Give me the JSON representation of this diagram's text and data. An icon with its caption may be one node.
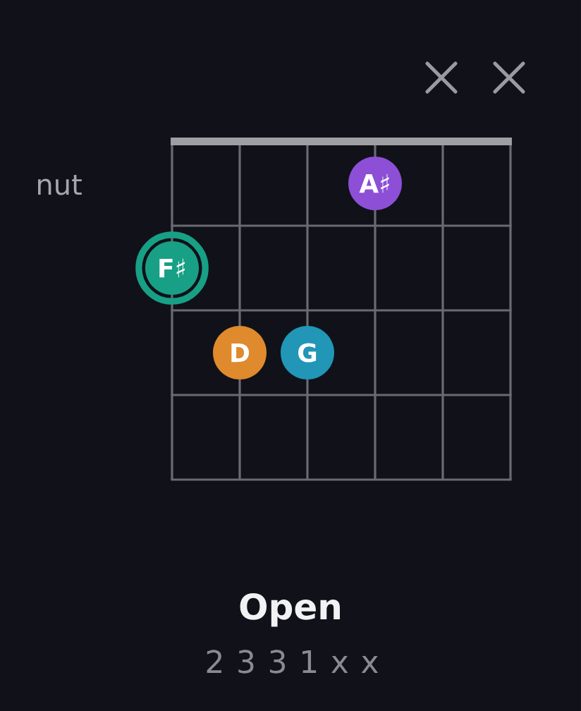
{
  "diagram": {
    "title": "Open",
    "caption": "2 3 3 1 x x",
    "nodes": [
      {
        "text": [
          "A♯"
        ]
      },
      {
        "text": [
          "F♯"
        ]
      },
      {
        "text": [
          "D"
        ]
      },
      {
        "text": [
          "G"
        ]
      }
    ],
    "labels": [
      "nut"
    ]
  }
}
